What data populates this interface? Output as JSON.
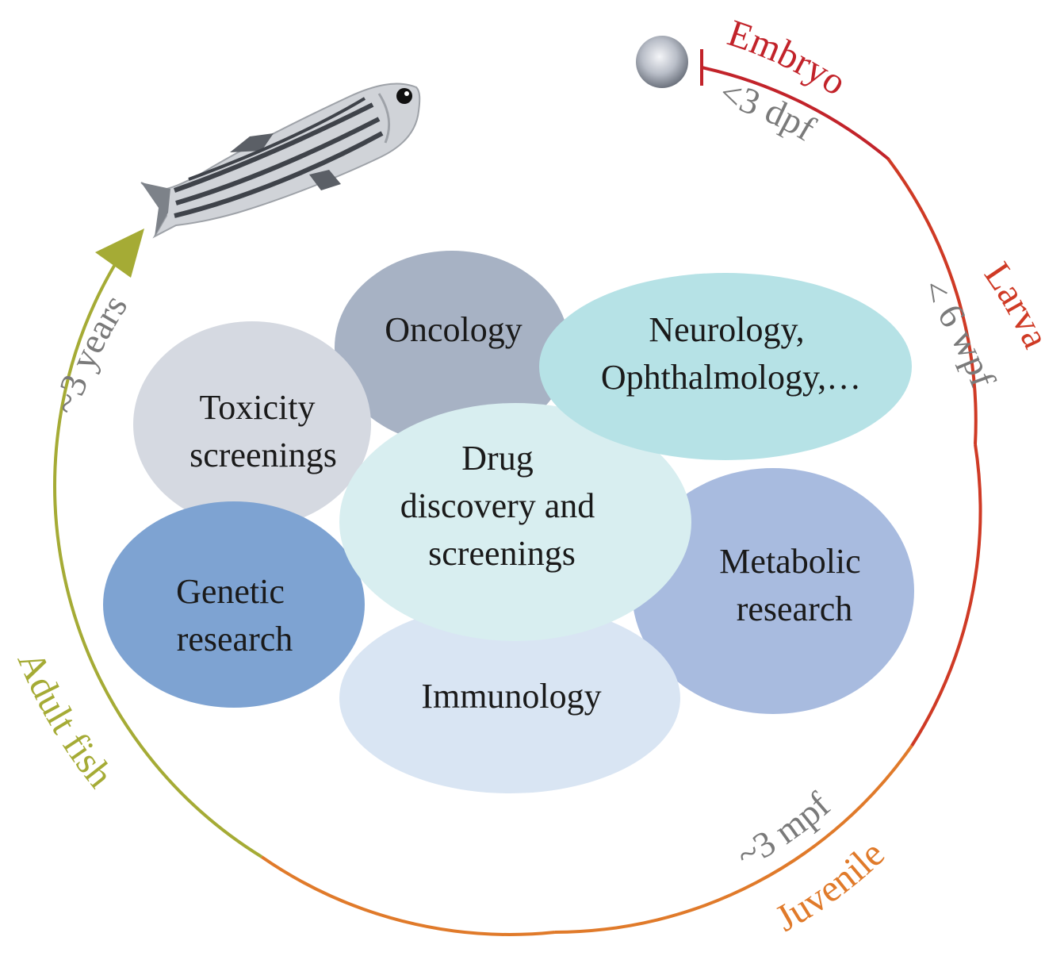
{
  "colors": {
    "embryo": "#c2232a",
    "larva": "#cf3a25",
    "juvenile": "#e07a2a",
    "adult": "#a5ab35",
    "age_text": "#7a7a7a",
    "oncology": "#a7b2c4",
    "toxicity": "#d5d9e1",
    "genetic": "#7ea3d2",
    "metabolic": "#a8bbdf",
    "immunology": "#d9e5f3",
    "neurology": "#b6e2e6",
    "drug": "#d8eef0"
  },
  "icons": {
    "fish": "zebrafish-icon",
    "embryo": "embryo-sphere-icon"
  },
  "stages": {
    "embryo": {
      "name": "Embryo",
      "age": "<3 dpf"
    },
    "larva": {
      "name": "Larva",
      "age": "< 6 wpf"
    },
    "juvenile": {
      "name": "Juvenile",
      "age": "~3 mpf"
    },
    "adult": {
      "name": "Adult fish",
      "age": "~3 years"
    }
  },
  "research_areas": {
    "oncology": [
      "Oncology"
    ],
    "neurology": [
      "Neurology,",
      "Ophthalmology,…"
    ],
    "toxicity": [
      "Toxicity",
      "screenings"
    ],
    "drug": [
      "Drug",
      "discovery and",
      "screenings"
    ],
    "genetic": [
      "Genetic",
      "research"
    ],
    "metabolic": [
      "Metabolic",
      "research"
    ],
    "immunology": [
      "Immunology"
    ]
  }
}
